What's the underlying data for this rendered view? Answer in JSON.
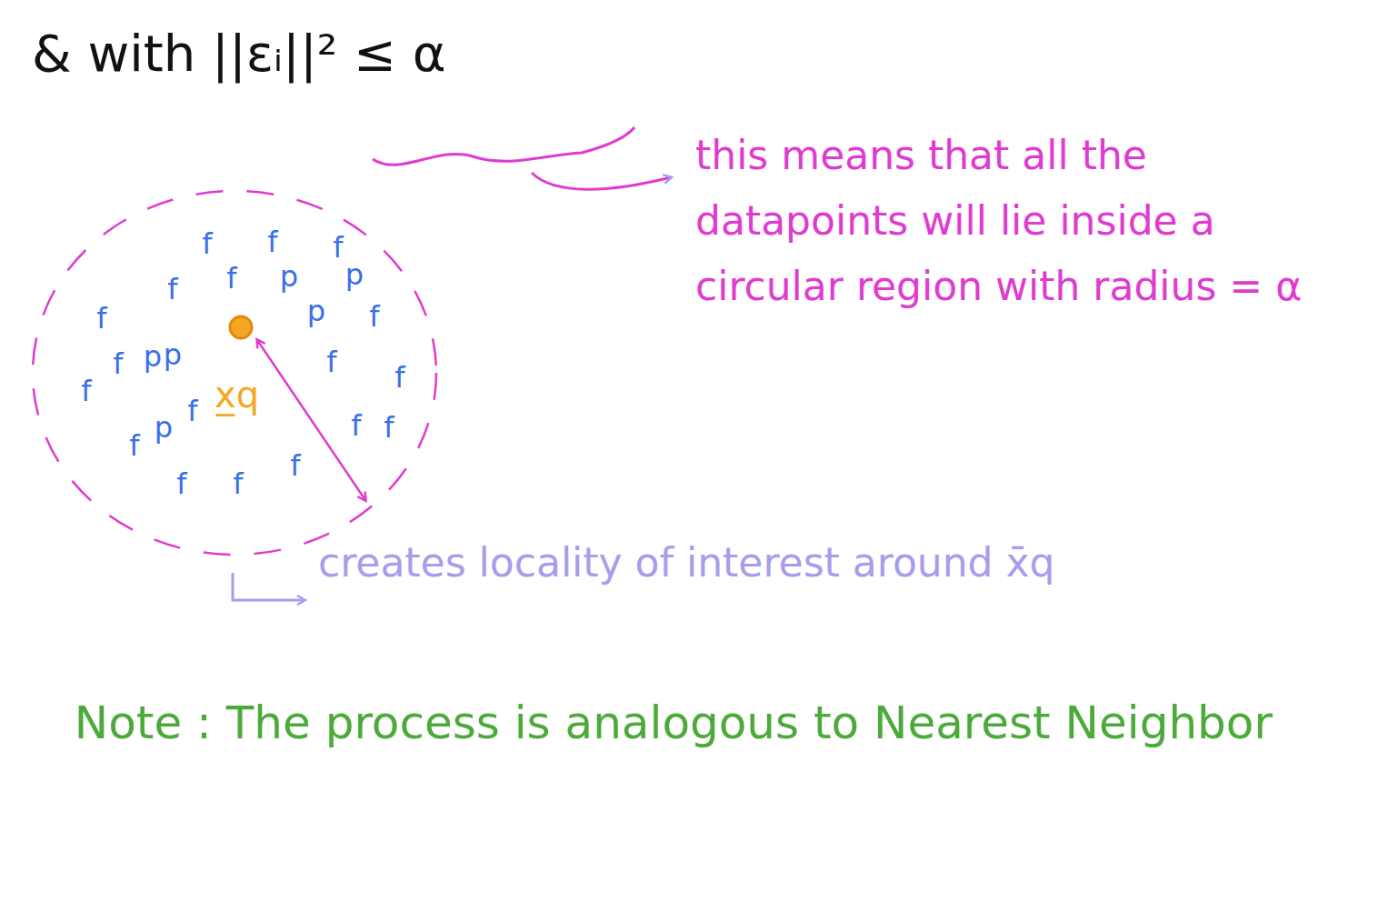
{
  "diagram": {
    "labels": [
      "& with ||εᵢ||² ≤ α",
      "this means that all the datapoints will lie inside a circular region with radius = α",
      "x̲q",
      "f",
      "f",
      "f",
      "f",
      "f",
      "p",
      "p",
      "p",
      "p",
      "f",
      "f",
      "f",
      "p",
      "f",
      "p",
      "f",
      "f",
      "f",
      "f",
      "f",
      "f",
      "f",
      "f",
      "f",
      "creates locality of interest around x̄q",
      "Note : The process is analogous to Nearest Neighbor"
    ]
  }
}
